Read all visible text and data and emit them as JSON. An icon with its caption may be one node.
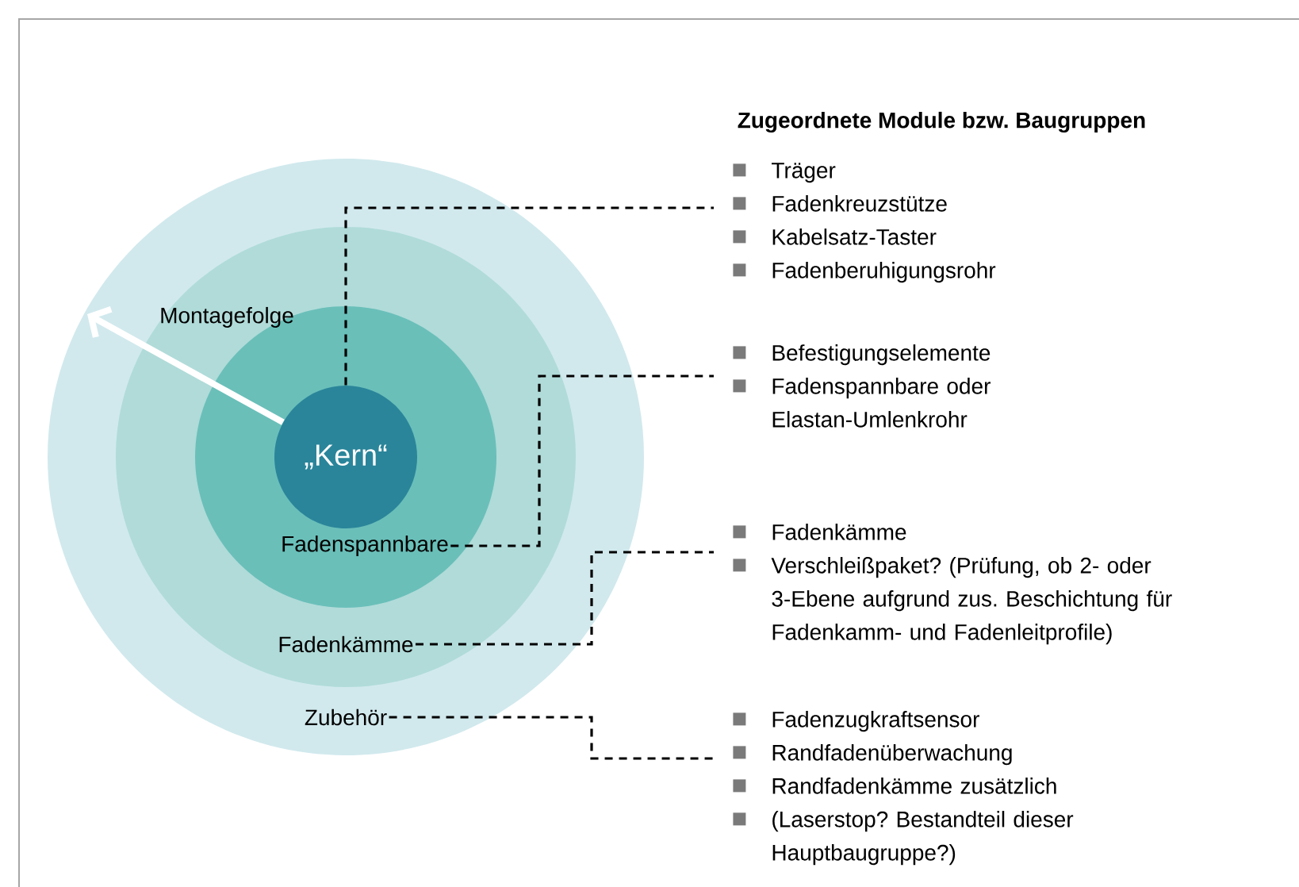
{
  "diagram": {
    "title": "Zugeordnete Module bzw. Baugruppen",
    "nodes": [
      {
        "text": [
          "Zubehör"
        ]
      },
      {
        "text": [
          "Fadenkämme"
        ],
        "in": 0
      },
      {
        "text": [
          "Fadenspannbare"
        ],
        "in": 1
      },
      {
        "text": [
          "„Kern“"
        ],
        "in": 2
      },
      {
        "text": [
          "Träger",
          "Fadenkreuzstütze",
          "Kabelsatz-Taster",
          "Fadenberuhigungsrohr"
        ]
      },
      {
        "text": [
          "Befestigungselemente",
          "Fadenspannbare oder Elastan-Umlenkrohr"
        ]
      },
      {
        "text": [
          "Fadenkämme",
          "Verschleißpaket? (Prüfung, ob 2- oder 3-Ebene aufgrund zus. Beschichtung für Fadenkamm- und Fadenleitprofile)"
        ]
      },
      {
        "text": [
          "Fadenzugkraftsensor",
          "Randfadenüberwachung",
          "Randfadenkämme zusätzlich",
          "(Laserstop? Bestandteil dieser Hauptbaugruppe?)"
        ]
      }
    ],
    "edges": [
      {
        "from": 3,
        "to": 4,
        "arrow": "none",
        "style": "dashed"
      },
      {
        "from": 2,
        "to": 5,
        "arrow": "none",
        "style": "dashed"
      },
      {
        "from": 1,
        "to": 6,
        "arrow": "none",
        "style": "dashed"
      },
      {
        "from": 0,
        "to": 7,
        "arrow": "none",
        "style": "dashed"
      },
      {
        "from": 3,
        "to": null,
        "arrow": "to",
        "style": "thick",
        "color": "#ffffff",
        "label": "Montagefolge"
      }
    ]
  }
}
